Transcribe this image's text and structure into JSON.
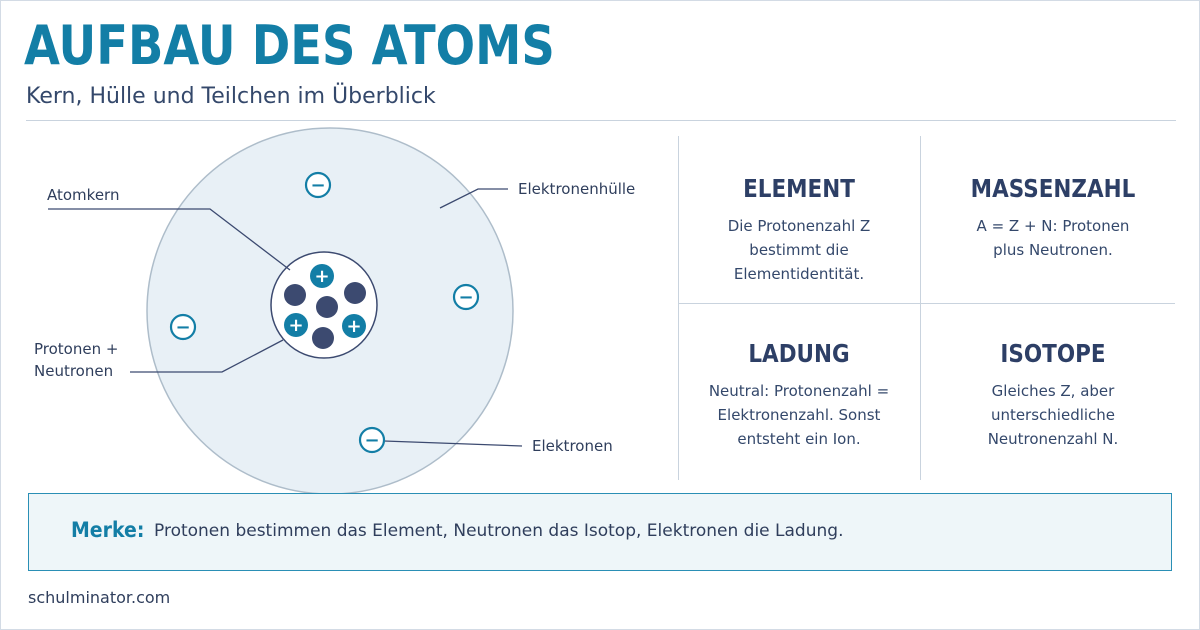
{
  "header": {
    "title": "AUFBAU DES ATOMS",
    "subtitle": "Kern, Hülle und Teilchen im Überblick"
  },
  "diagram": {
    "labels": {
      "nucleus": "Atomkern",
      "shell": "Elektronenhülle",
      "nucleons_line1": "Protonen +",
      "nucleons_line2": "Neutronen",
      "electrons": "Elektronen"
    },
    "proton_symbol": "+",
    "electron_symbol": "−"
  },
  "facts": [
    {
      "title": "ELEMENT",
      "text": "Die Protonenzahl Z bestimmt die Elementidentität."
    },
    {
      "title": "MASSENZAHL",
      "text": "A = Z + N: Protonen plus Neutronen."
    },
    {
      "title": "LADUNG",
      "text": "Neutral: Protonenzahl = Elektronenzahl. Sonst entsteht ein Ion."
    },
    {
      "title": "ISOTOPE",
      "text": "Gleiches Z, aber unterschiedliche Neutronenzahl N."
    }
  ],
  "merke": {
    "label": "Merke:",
    "text": "Protonen bestimmen das Element, Neutronen das Isotop, Elektronen die Ladung."
  },
  "footer": {
    "site": "schulminator.com"
  },
  "colors": {
    "accent": "#137ea6",
    "navy": "#2d3f66",
    "neutron": "#3c4a70",
    "shell_fill": "#e8f0f6"
  }
}
